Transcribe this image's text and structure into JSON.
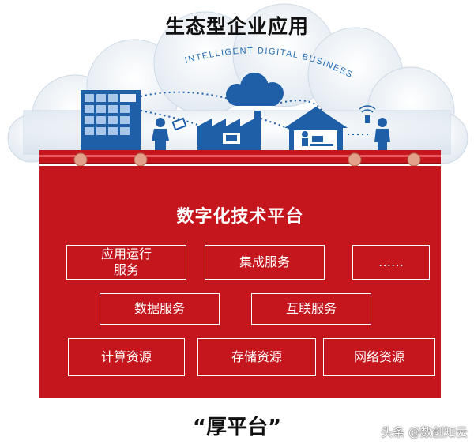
{
  "top_title": "生态型企业应用",
  "arc_caption": "INTELLIGENT DIGITAL BUSINESS",
  "platform": {
    "title": "数字化技术平台",
    "services": [
      "应用运行\n服务",
      "集成服务",
      "……",
      "数据服务",
      "互联服务",
      "计算资源",
      "存储资源",
      "网络资源"
    ]
  },
  "bottom_title": "“厚平台”",
  "watermark": "头条 @数创知云",
  "colors": {
    "platform_red": "#c4161c",
    "icon_blue": "#1f5fa8",
    "cloud": "#e4ebf2",
    "arc_text_blue": "#1f6ab2"
  },
  "icons": [
    "building-icon",
    "person-icon",
    "cloud-icon",
    "factory-icon",
    "house-office-icon",
    "mobile-user-icon",
    "connector-pin-icon"
  ]
}
